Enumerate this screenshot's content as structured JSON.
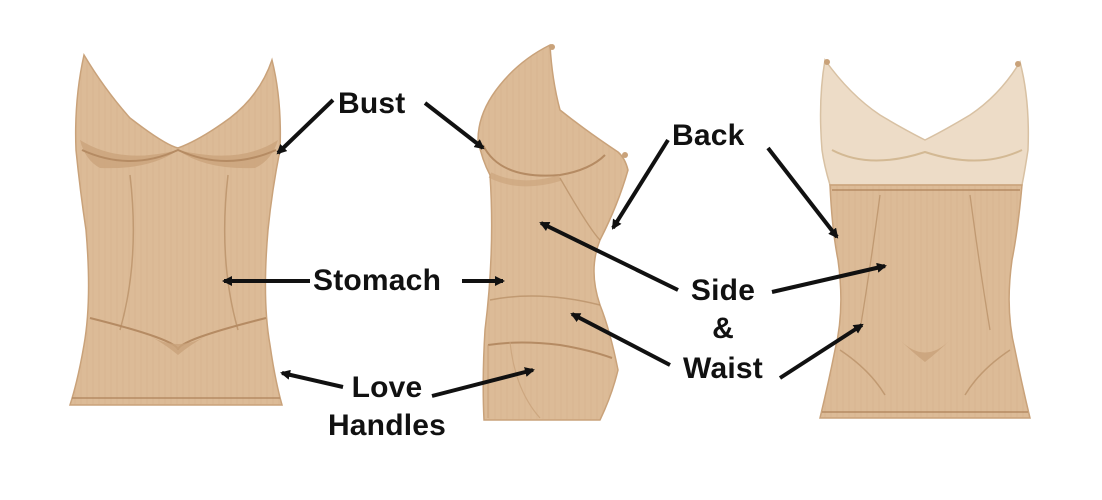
{
  "labels": {
    "bust": "Bust",
    "back": "Back",
    "stomach": "Stomach",
    "side": "Side",
    "ampersand": "&",
    "waist": "Waist",
    "love": "Love",
    "handles": "Handles"
  },
  "colors": {
    "garment": "#dcbb97",
    "garment_dark": "#c9a27a",
    "lace_back": "#eddcc7",
    "seam": "#b58b63",
    "arrow": "#111111"
  }
}
